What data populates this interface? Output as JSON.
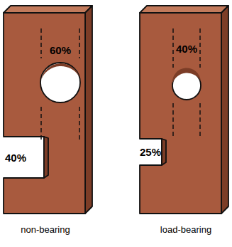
{
  "diagram": {
    "labels": [
      "60%",
      "40%",
      "40%",
      "25%",
      "non-bearing",
      "load-bearing"
    ]
  }
}
